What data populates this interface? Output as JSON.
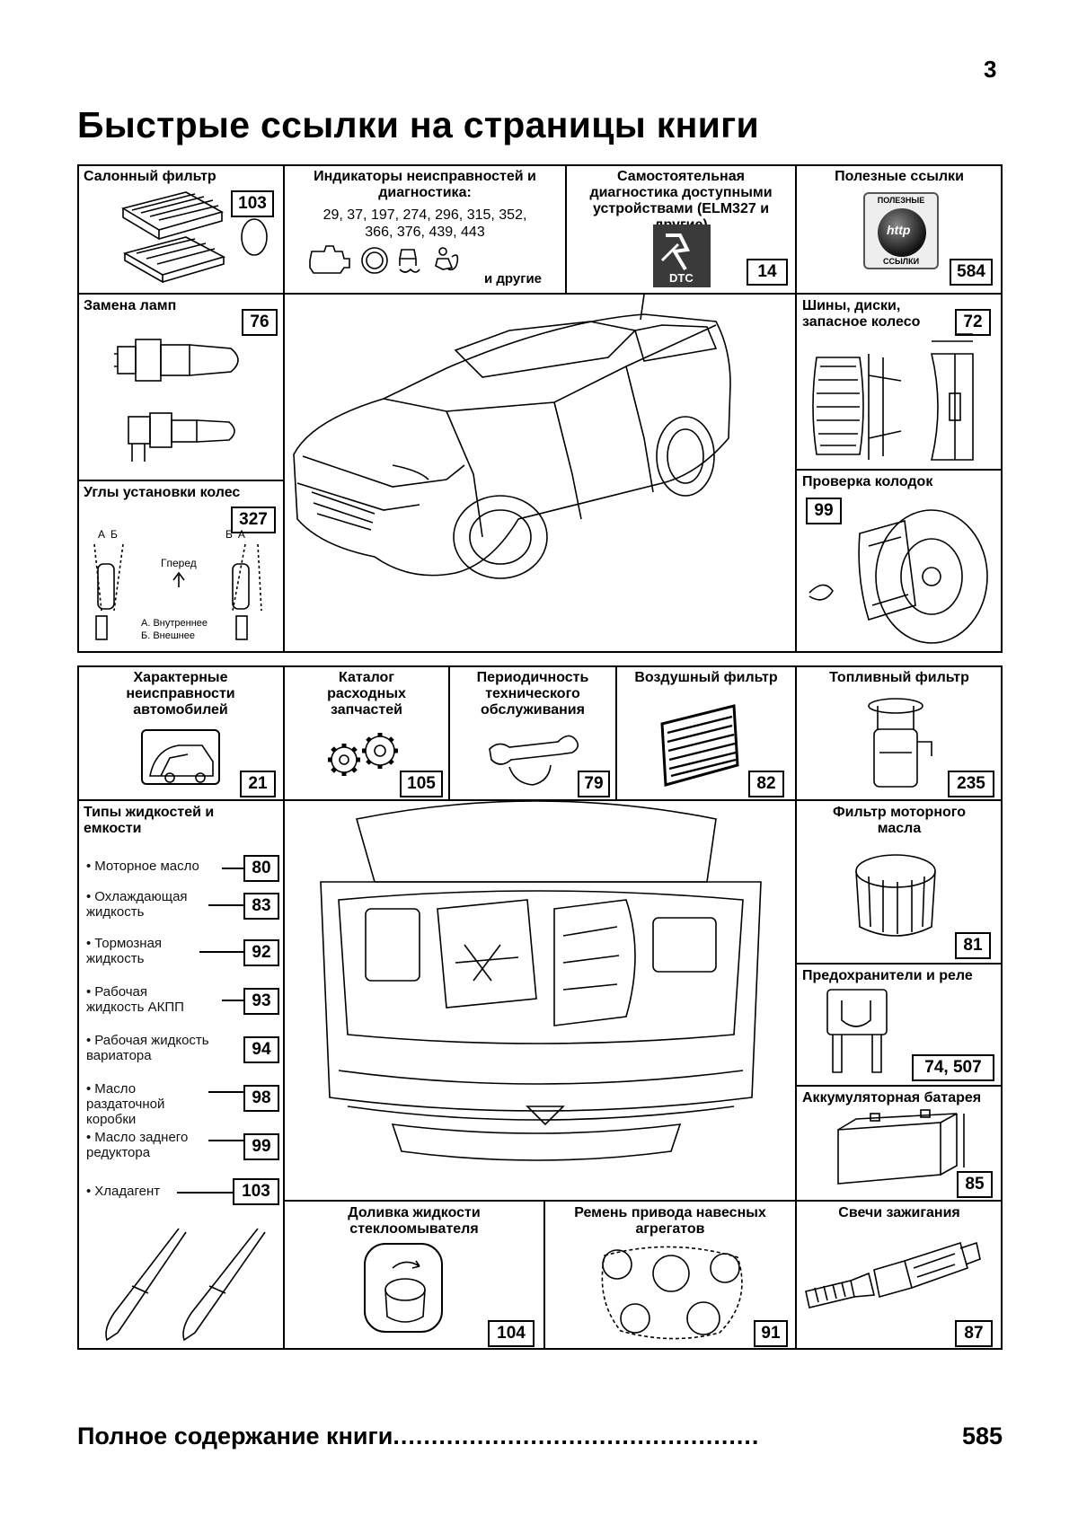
{
  "page_number": "3",
  "title": "Быстрые ссылки на страницы книги",
  "top": {
    "cabin_filter": {
      "label": "Салонный фильтр",
      "page": "103"
    },
    "diagnostics": {
      "label": "Индикаторы неисправностей и диагностика:",
      "pages_text": "29, 37, 197, 274, 296, 315, 352, 366, 376, 439, 443",
      "more": "и другие"
    },
    "self_diag": {
      "label": "Самостоятельная диагностика доступными устройствами (ELM327 и другие)",
      "page": "14",
      "icon_text": "DTC"
    },
    "useful_links": {
      "label": "Полезные ссылки",
      "page": "584",
      "icon_top": "ПОЛЕЗНЫЕ",
      "icon_bottom": "ССЫЛКИ",
      "icon_mid": "http"
    },
    "lamps": {
      "label": "Замена ламп",
      "page": "76"
    },
    "tires": {
      "label": "Шины, диски, запасное колесо",
      "page": "72"
    },
    "wheel_alignment": {
      "label": "Углы установки колес",
      "page": "327",
      "forward": "Гперед",
      "legend_a": "A. Внутреннее",
      "legend_b": "Б. Внешнее",
      "letters": [
        "A",
        "Б",
        "Б",
        "A"
      ]
    },
    "brake_pads": {
      "label": "Проверка колодок",
      "page": "99"
    }
  },
  "bottom": {
    "typical_faults": {
      "label": "Характерные неисправности автомобилей",
      "page": "21"
    },
    "parts_catalog": {
      "label": "Каталог расходных запчастей",
      "page": "105"
    },
    "maintenance": {
      "label": "Периодичность технического обслуживания",
      "page": "79"
    },
    "air_filter": {
      "label": "Воздушный фильтр",
      "page": "82"
    },
    "fuel_filter": {
      "label": "Топливный фильтр",
      "page": "235"
    },
    "fluids": {
      "label": "Типы жидкостей и емкости",
      "items": [
        {
          "label": "Моторное масло",
          "page": "80"
        },
        {
          "label": "Охлаждающая жидкость",
          "page": "83"
        },
        {
          "label": "Тормозная жидкость",
          "page": "92"
        },
        {
          "label": "Рабочая жидкость АКПП",
          "page": "93"
        },
        {
          "label": "Рабочая жидкость вариатора",
          "page": "94"
        },
        {
          "label": "Масло раздаточной коробки",
          "page": "98"
        },
        {
          "label": "Масло заднего редуктора",
          "page": "99"
        },
        {
          "label": "Хладагент",
          "page": "103"
        }
      ]
    },
    "oil_filter": {
      "label": "Фильтр моторного масла",
      "page": "81"
    },
    "fuses": {
      "label": "Предохранители и реле",
      "page": "74, 507"
    },
    "battery": {
      "label": "Аккумуляторная батарея",
      "page": "85"
    },
    "washer": {
      "label": "Доливка жидкости стеклоомывателя",
      "page": "104"
    },
    "belt": {
      "label": "Ремень привода навесных агрегатов",
      "page": "91"
    },
    "spark_plugs": {
      "label": "Свечи зажигания",
      "page": "87"
    }
  },
  "toc": {
    "label": "Полное содержание книги",
    "dots": "................................................",
    "page": "585"
  }
}
